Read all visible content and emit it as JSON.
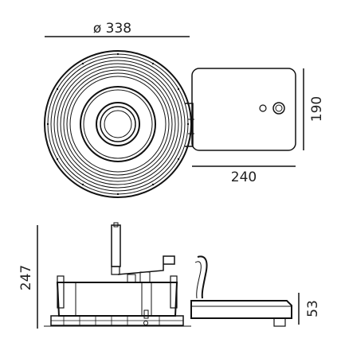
{
  "dimensions": {
    "diameter": "ø 338",
    "box_height": "190",
    "box_width": "240",
    "total_height": "247",
    "box_depth": "53"
  },
  "icons": {
    "top_view": "lamp-top-view",
    "side_view": "lamp-side-view"
  }
}
